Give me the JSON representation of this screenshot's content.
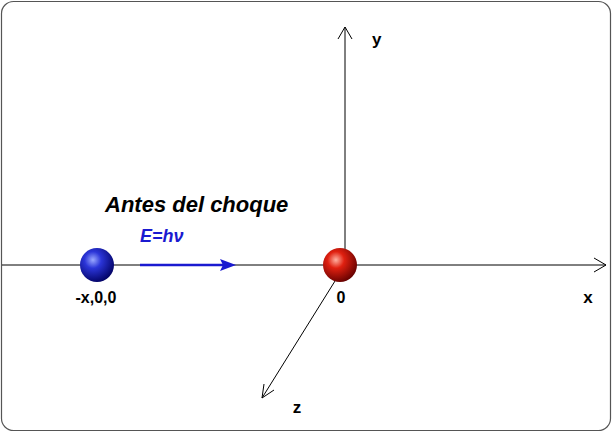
{
  "diagram": {
    "labels": [
      "y",
      "Antes del choque",
      "E=hν",
      "-x,0,0",
      "0",
      "x",
      "z"
    ]
  }
}
